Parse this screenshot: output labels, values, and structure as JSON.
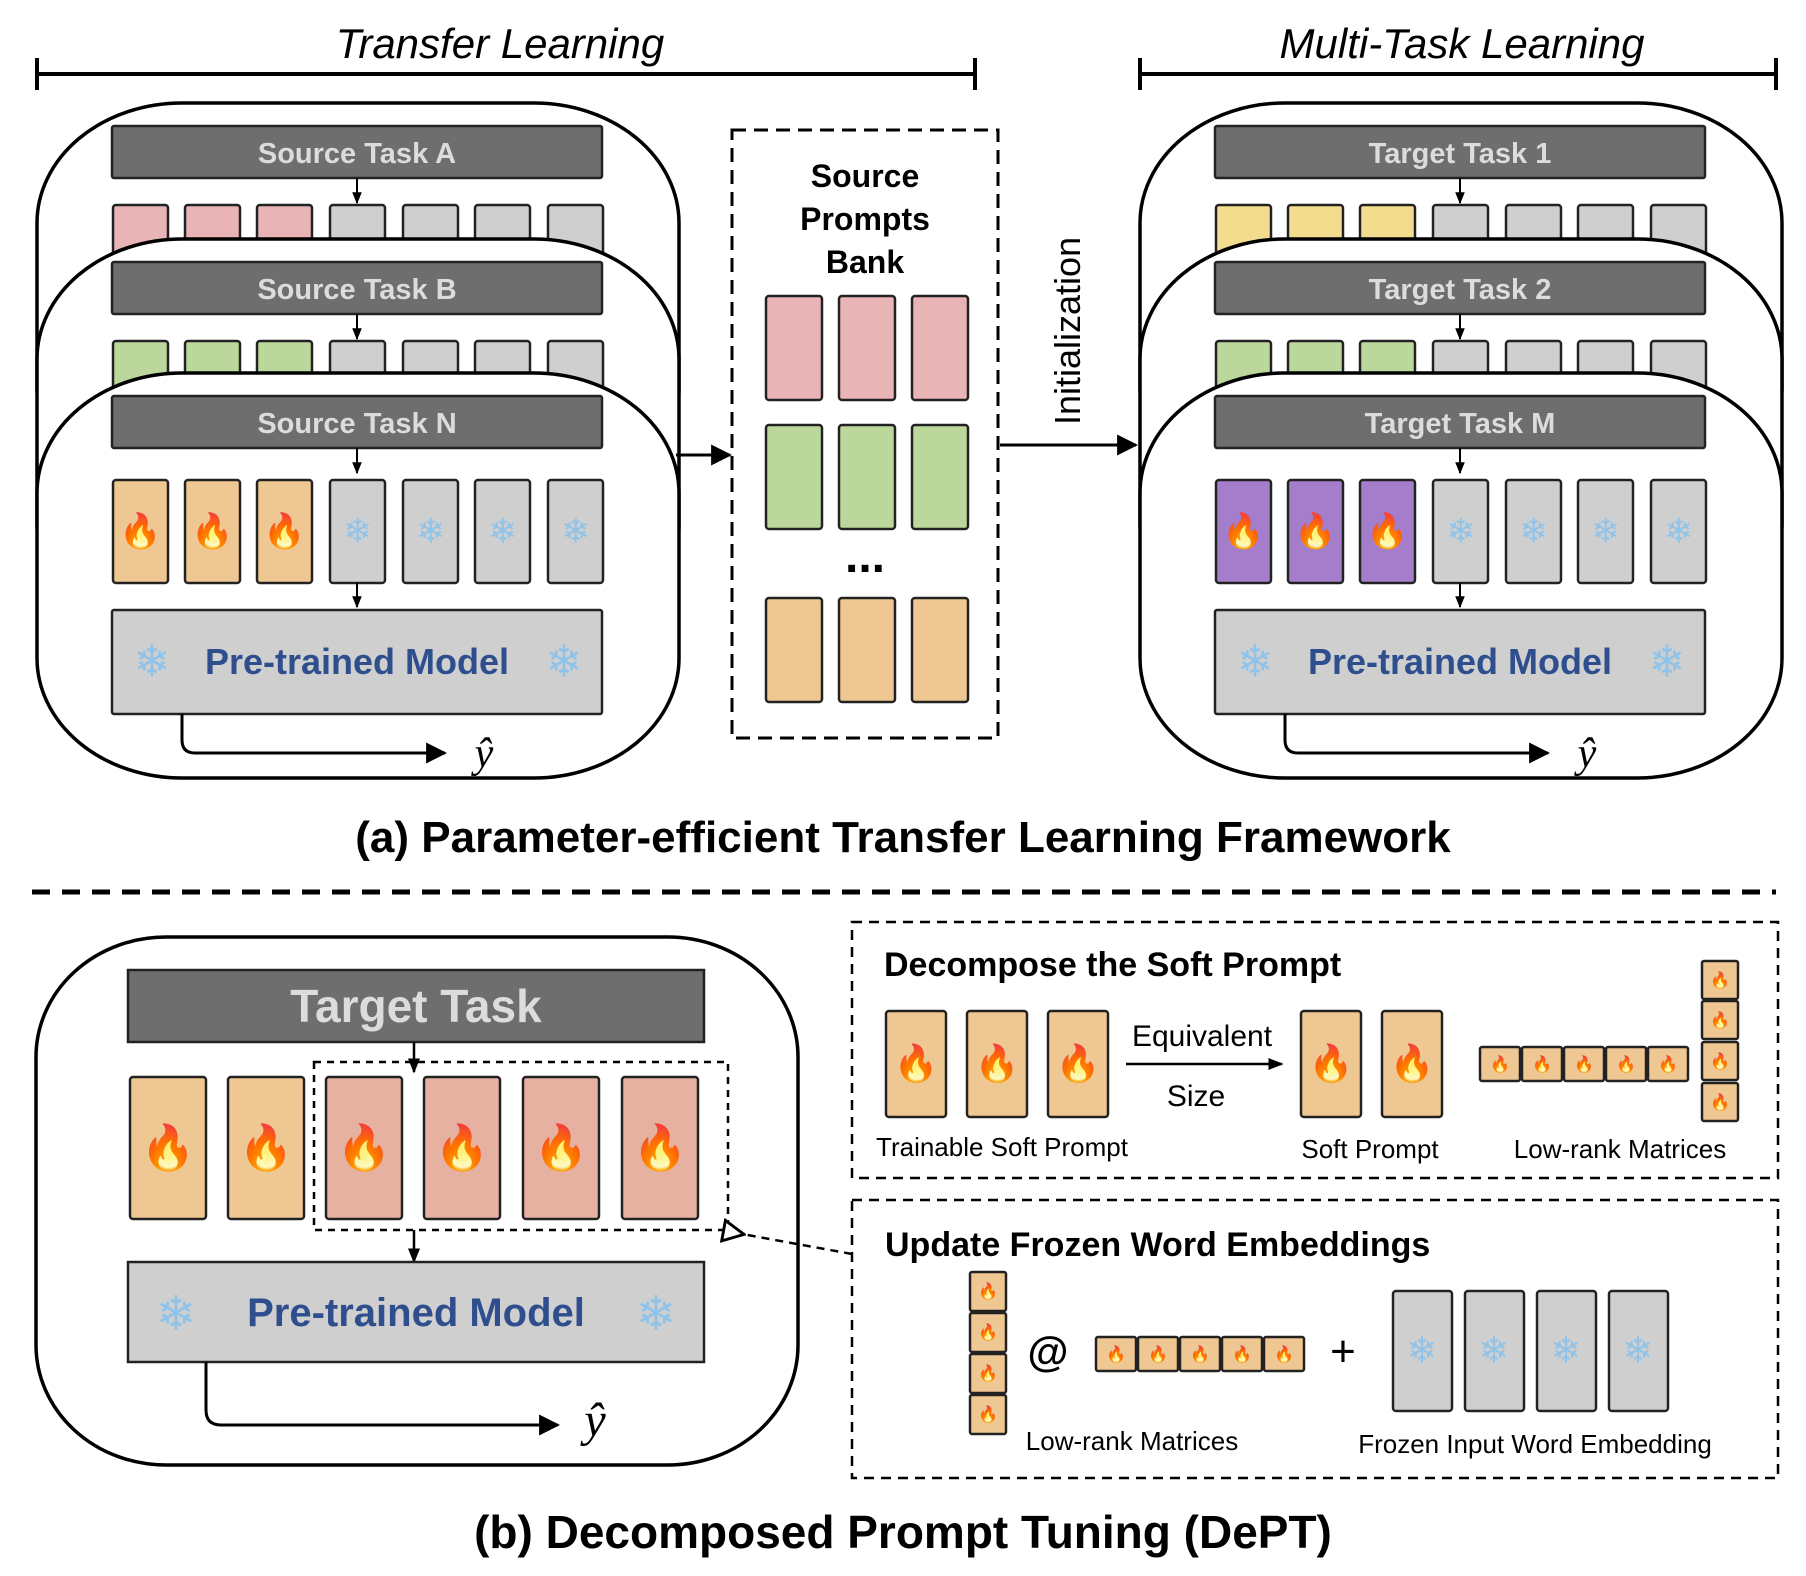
{
  "colors": {
    "task_bar": "#6e6e6e",
    "prompt_red": "#e8b4b5",
    "prompt_green": "#bcd79b",
    "prompt_orange": "#eec793",
    "prompt_yellow": "#f4dc8f",
    "prompt_purple": "#a47dcb",
    "prompt_salmon": "#e6b1a1",
    "frozen_gray": "#cfcfcf",
    "model_text": "#2e4e8e"
  },
  "icons": {
    "fire": "fire-icon",
    "snowflake": "snowflake-icon",
    "fire_glyph": "🔥",
    "snow_glyph": "❄"
  },
  "section_a": {
    "transfer_label": "Transfer Learning",
    "multitask_label": "Multi-Task Learning",
    "source_tasks": [
      "Source Task A",
      "Source Task B",
      "Source Task N"
    ],
    "target_tasks": [
      "Target Task 1",
      "Target Task 2",
      "Target Task M"
    ],
    "pretrained_model": "Pre-trained Model",
    "output_symbol": "ŷ",
    "bank_title_lines": [
      "Source",
      "Prompts",
      "Bank"
    ],
    "bank_ellipsis": "...",
    "initialization_label": "Initialization",
    "caption": "(a) Parameter-efficient Transfer Learning Framework"
  },
  "section_b": {
    "target_task": "Target Task",
    "pretrained_model": "Pre-trained Model",
    "output_symbol": "ŷ",
    "decompose_title": "Decompose the Soft Prompt",
    "equivalent_label": "Equivalent",
    "size_label": "Size",
    "trainable_soft_prompt": "Trainable Soft Prompt",
    "soft_prompt": "Soft Prompt",
    "low_rank_matrices": "Low-rank Matrices",
    "update_title": "Update Frozen Word Embeddings",
    "at_symbol": "@",
    "plus_symbol": "+",
    "low_rank_matrices_2": "Low-rank Matrices",
    "frozen_embedding": "Frozen Input Word Embedding",
    "caption": "(b) Decomposed Prompt Tuning (DePT)"
  }
}
